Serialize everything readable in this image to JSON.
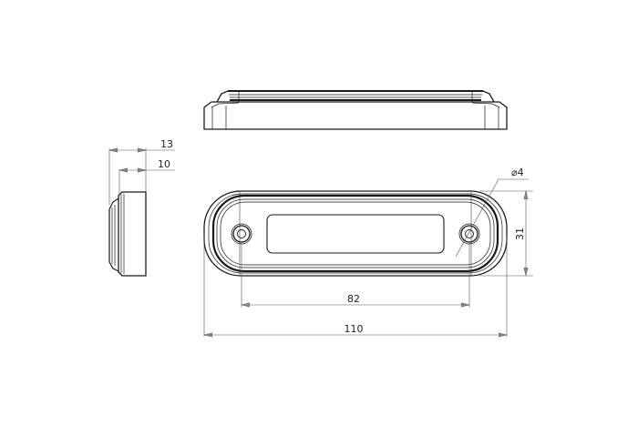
{
  "drawing": {
    "title": "LED lamp technical drawing",
    "colors": {
      "line": "#1a1a1a",
      "dim": "#555555",
      "background": "#ffffff"
    },
    "views": [
      "top-view",
      "side-view",
      "front-view"
    ],
    "dimensions": {
      "side_total_depth": "13",
      "side_body_depth": "10",
      "hole_diameter": "⌀4",
      "height": "31",
      "hole_spacing": "82",
      "total_length": "110"
    }
  }
}
